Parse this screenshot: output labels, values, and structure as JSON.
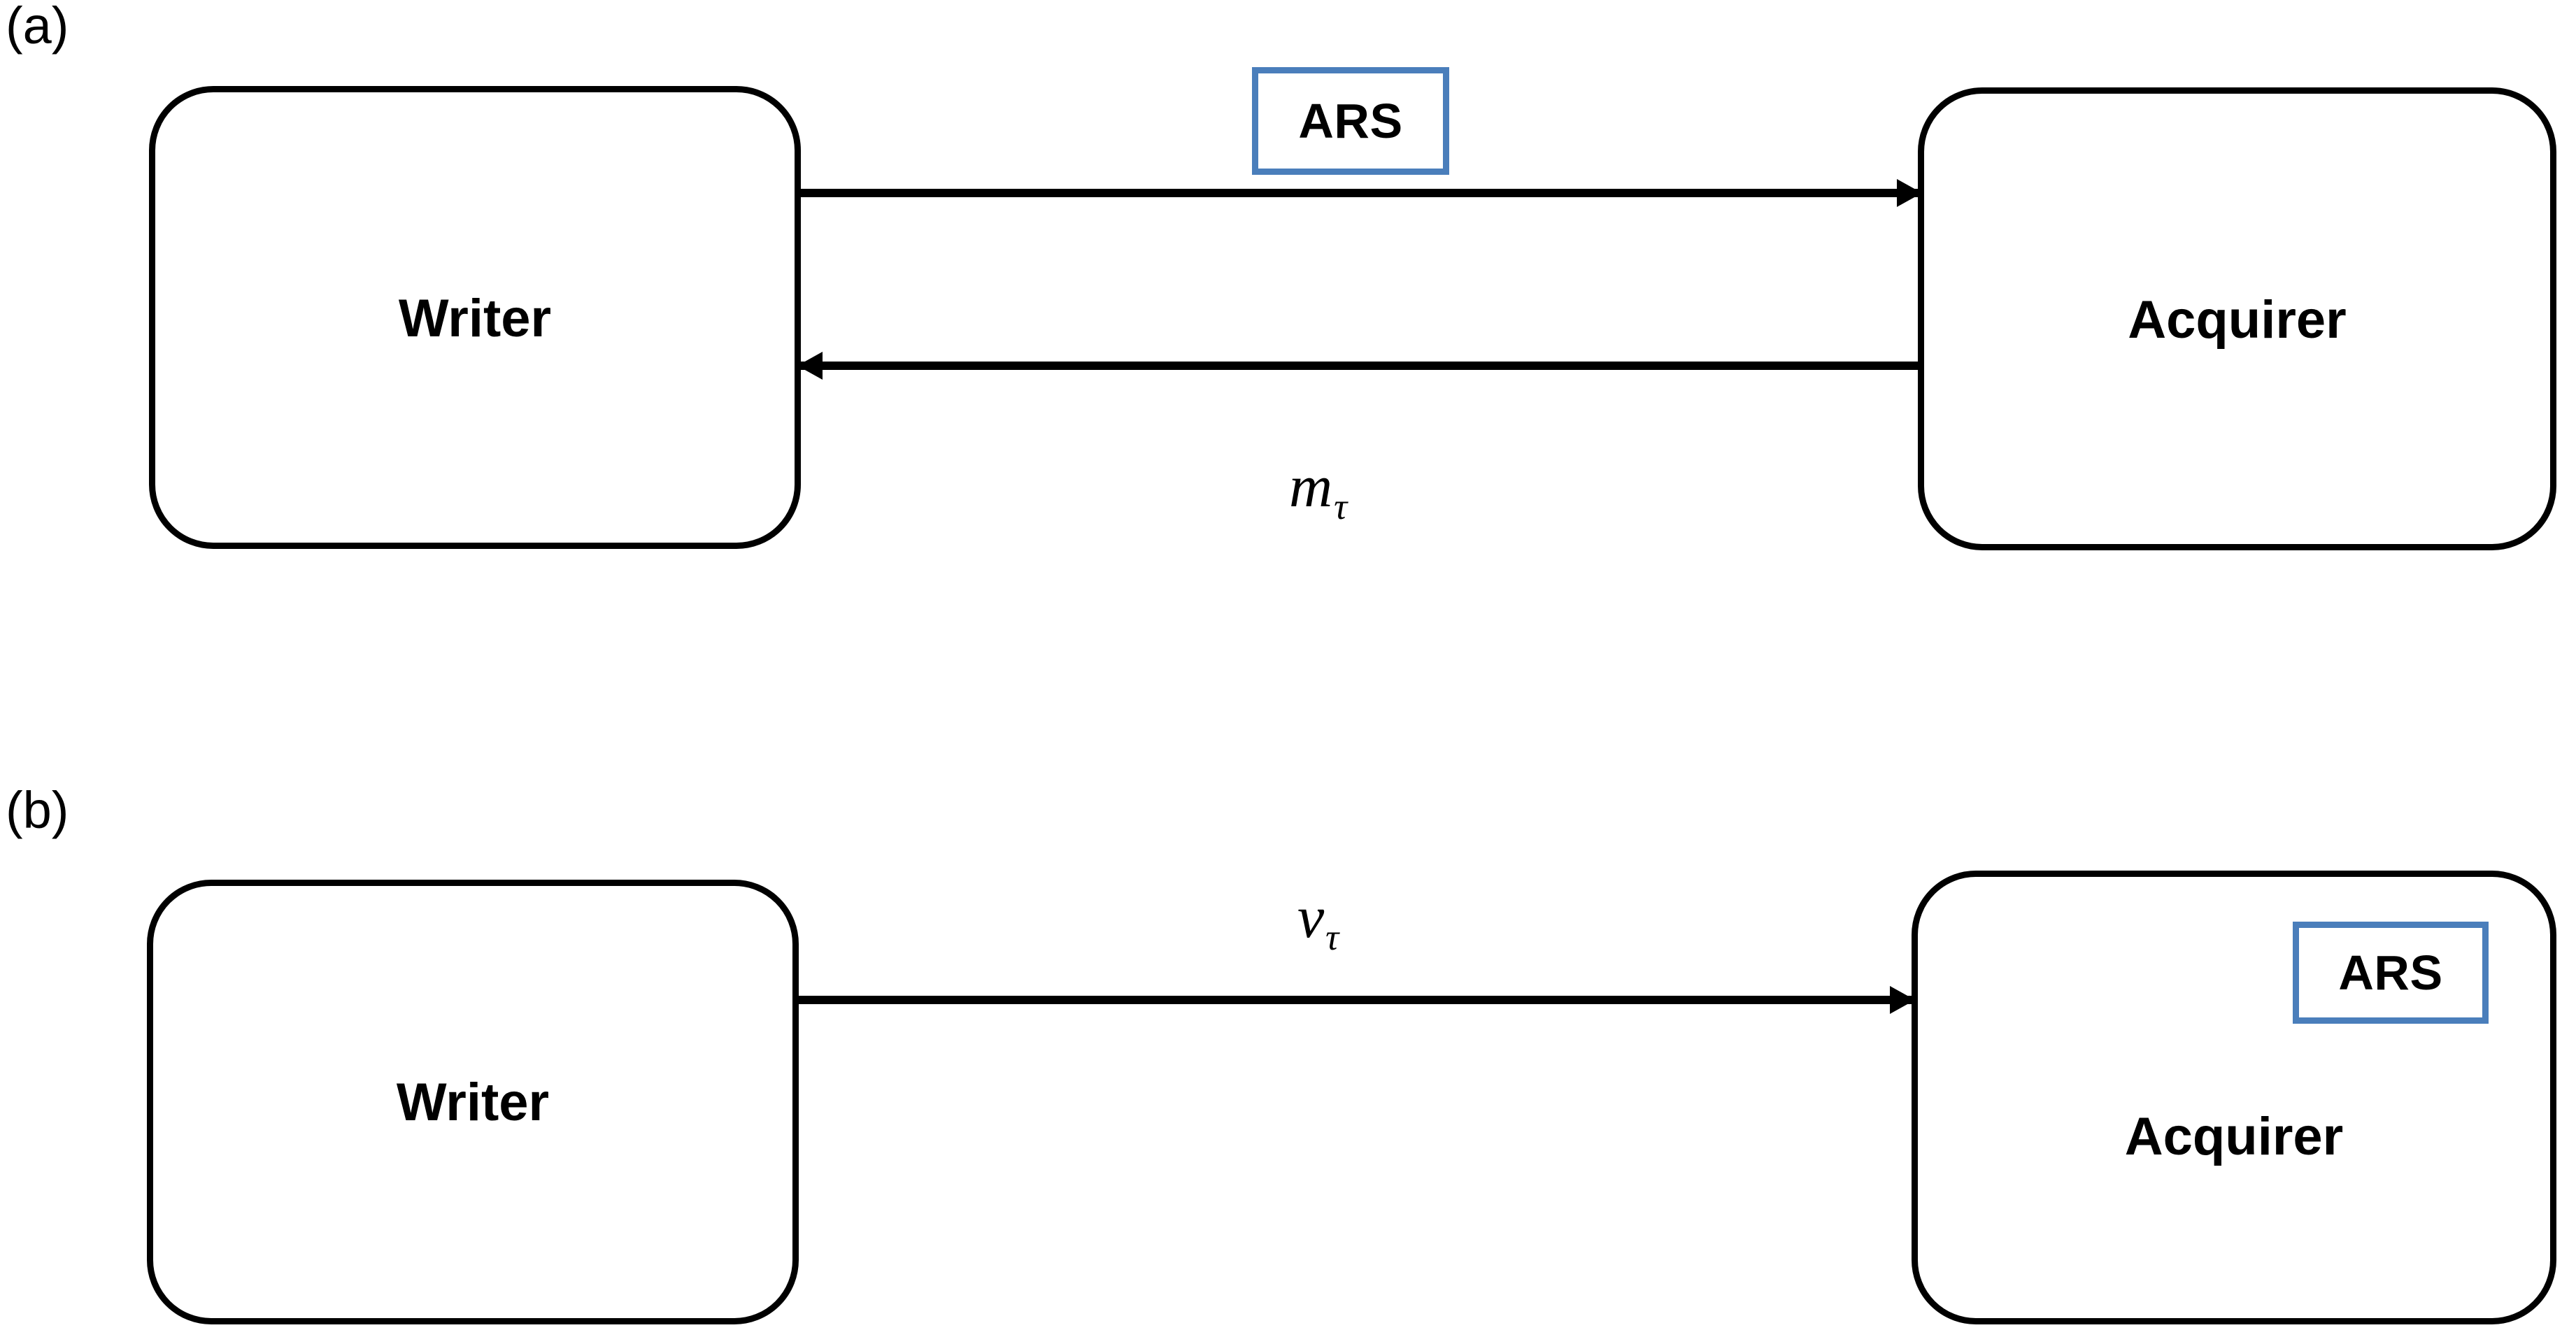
{
  "figure": {
    "type": "block-diagram",
    "description": "Two-panel protocol diagram comparing interactive (a) and non-interactive (b) message exchange between a Writer and an Acquirer, showing where the ARS component resides.",
    "background_color": "#FFFFFF",
    "line_color": "#000000",
    "accent_color": "#4A7EBB"
  },
  "panels": [
    {
      "id": "a",
      "label": "(a)",
      "nodes": [
        {
          "id": "writer-a",
          "label": "Writer"
        },
        {
          "id": "acquirer-a",
          "label": "Acquirer"
        }
      ],
      "badges": [
        {
          "id": "ars-a",
          "label": "ARS",
          "placement": "above-forward-edge",
          "border_color": "#4A7EBB"
        }
      ],
      "edges": [
        {
          "id": "writer-to-acquirer-a",
          "from": "writer-a",
          "to": "acquirer-a",
          "direction": "right",
          "label": "",
          "badge": "ars-a"
        },
        {
          "id": "acquirer-to-writer-a",
          "from": "acquirer-a",
          "to": "writer-a",
          "direction": "left",
          "label_base": "m",
          "label_sub": "τ",
          "label_plain": "mτ"
        }
      ]
    },
    {
      "id": "b",
      "label": "(b)",
      "nodes": [
        {
          "id": "writer-b",
          "label": "Writer"
        },
        {
          "id": "acquirer-b",
          "label": "Acquirer"
        }
      ],
      "badges": [
        {
          "id": "ars-b",
          "label": "ARS",
          "placement": "inside-acquirer-top-right",
          "border_color": "#4A7EBB"
        }
      ],
      "edges": [
        {
          "id": "writer-to-acquirer-b",
          "from": "writer-b",
          "to": "acquirer-b",
          "direction": "right",
          "label_base": "v",
          "label_sub": "τ",
          "label_plain": "vτ"
        }
      ]
    }
  ]
}
